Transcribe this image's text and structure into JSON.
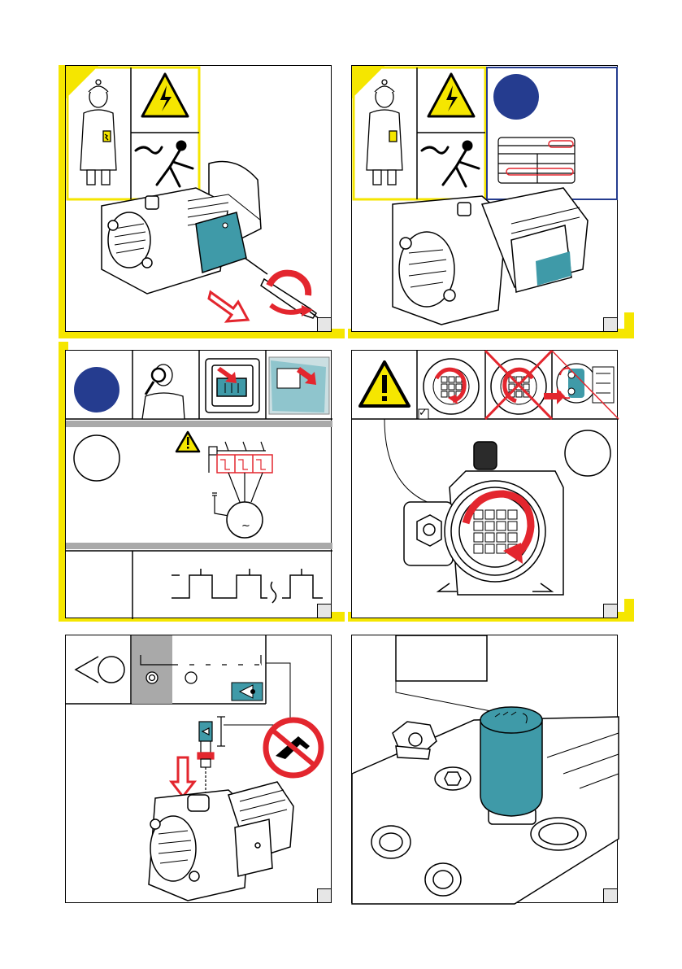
{
  "colors": {
    "warning_yellow": "#f5e600",
    "teal": "#3f9aa8",
    "red": "#e3262e",
    "blue": "#253c8f",
    "grey": "#a9a9a9"
  },
  "icons": {
    "panel1": [
      "electrician-person-icon",
      "high-voltage-warning-icon",
      "electric-shock-icon",
      "pump-motor-illustration",
      "terminal-box-cover",
      "screwdriver-icon",
      "rotate-arrow-icon",
      "remove-arrow-icon"
    ],
    "panel2": [
      "electrician-person-icon",
      "high-voltage-warning-icon",
      "electric-shock-icon",
      "info-circle-icon",
      "nameplate-table-icon",
      "pump-motor-illustration"
    ],
    "panel3": [
      "info-circle-icon",
      "inspector-magnifier-icon",
      "terminal-box-icon",
      "manual-document-icon",
      "warning-triangle-icon",
      "fuse-circuit-icon",
      "motor-symbol-icon",
      "pulse-diagram-icon"
    ],
    "panel4": [
      "warning-triangle-icon",
      "fan-rotation-correct-icon",
      "fan-rotation-wrong-icon",
      "terminal-bridge-icon",
      "checkmark-icon",
      "fan-cover-rotation-illustration"
    ],
    "panel5": [
      "vacuum-pump-symbol-icon",
      "port-closed-icon",
      "port-open-icon",
      "check-valve-icon",
      "filter-fitting-icon",
      "no-blow-gun-icon",
      "insert-arrow-icon",
      "pump-motor-illustration"
    ],
    "panel6": [
      "label-callout-box",
      "oil-filler-cap-illustration",
      "pump-body-closeup"
    ]
  },
  "circuit": {
    "motor_symbol": "~"
  },
  "check_mark": "✓"
}
